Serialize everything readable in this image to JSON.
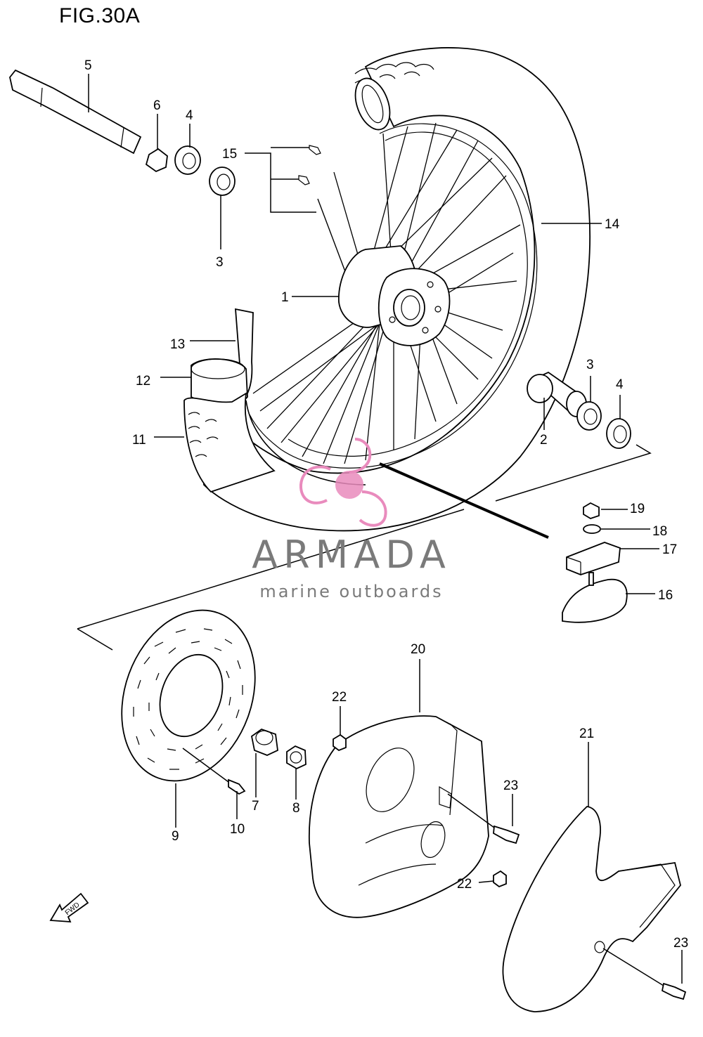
{
  "figure": {
    "title": "FIG.30A"
  },
  "watermark": {
    "brand": "ARMADA",
    "tagline": "marine outboards",
    "logo_color": "#e98bbd",
    "text_color": "#7a7a7a"
  },
  "fwd_label": "FWD",
  "callouts": [
    {
      "id": "c1",
      "label": "1"
    },
    {
      "id": "c2",
      "label": "2"
    },
    {
      "id": "c3a",
      "label": "3"
    },
    {
      "id": "c3b",
      "label": "3"
    },
    {
      "id": "c4a",
      "label": "4"
    },
    {
      "id": "c4b",
      "label": "4"
    },
    {
      "id": "c5",
      "label": "5"
    },
    {
      "id": "c6",
      "label": "6"
    },
    {
      "id": "c7",
      "label": "7"
    },
    {
      "id": "c8",
      "label": "8"
    },
    {
      "id": "c9",
      "label": "9"
    },
    {
      "id": "c10",
      "label": "10"
    },
    {
      "id": "c11",
      "label": "11"
    },
    {
      "id": "c12",
      "label": "12"
    },
    {
      "id": "c13",
      "label": "13"
    },
    {
      "id": "c14",
      "label": "14"
    },
    {
      "id": "c15",
      "label": "15"
    },
    {
      "id": "c16",
      "label": "16"
    },
    {
      "id": "c17",
      "label": "17"
    },
    {
      "id": "c18",
      "label": "18"
    },
    {
      "id": "c19",
      "label": "19"
    },
    {
      "id": "c20",
      "label": "20"
    },
    {
      "id": "c21",
      "label": "21"
    },
    {
      "id": "c22a",
      "label": "22"
    },
    {
      "id": "c22b",
      "label": "22"
    },
    {
      "id": "c23a",
      "label": "23"
    },
    {
      "id": "c23b",
      "label": "23"
    }
  ]
}
